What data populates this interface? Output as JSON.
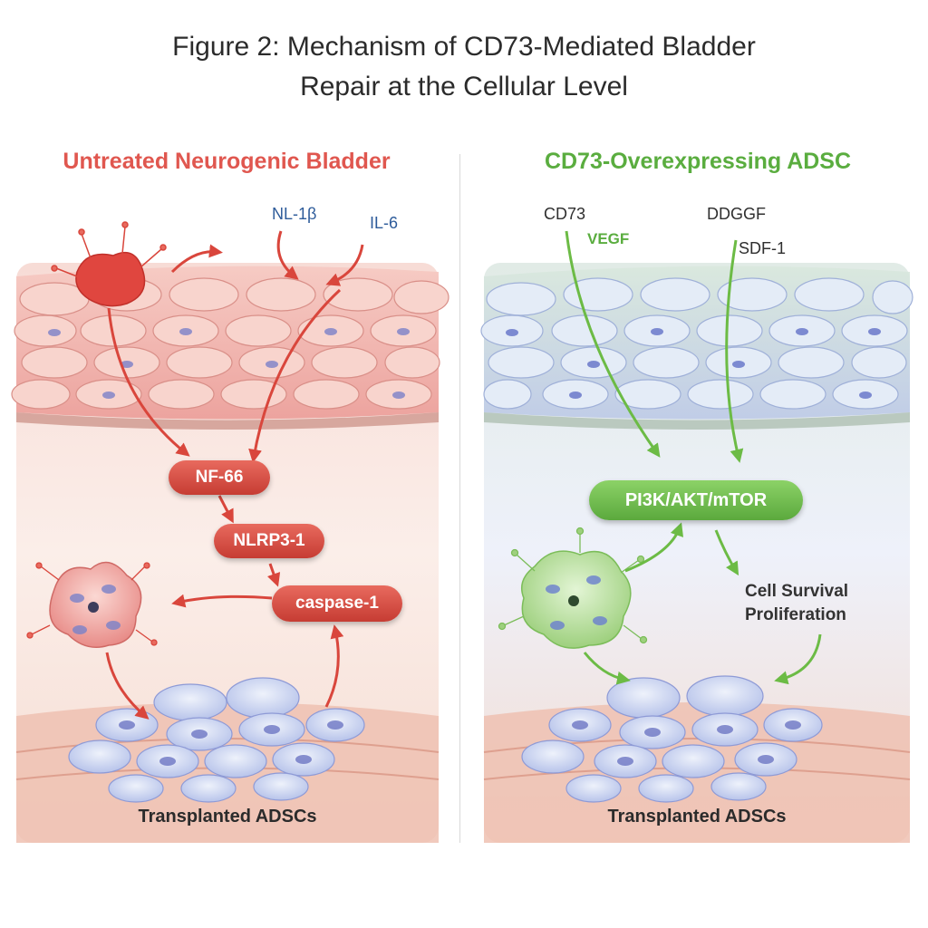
{
  "figure": {
    "title_line1": "Figure 2: Mechanism of CD73-Mediated Bladder",
    "title_line2": "Repair at the Cellular Level"
  },
  "left_panel": {
    "title": "Untreated Neurogenic Bladder",
    "cytokines": [
      "NL-1β",
      "IL-6"
    ],
    "pathway": [
      "NF-66",
      "NLRP3-1",
      "caspase-1"
    ],
    "bottom_label": "Transplanted ADSCs",
    "accent_color": "#e0574f"
  },
  "right_panel": {
    "title": "CD73-Overexpressing ADSC",
    "factors": [
      "CD73",
      "VEGF",
      "DDGGF",
      "SDF-1"
    ],
    "pathway": "PI3K/AKT/mTOR",
    "outcome_line1": "Cell Survival",
    "outcome_line2": "Proliferation",
    "bottom_label": "Transplanted ADSCs",
    "accent_color": "#5aad3f"
  }
}
